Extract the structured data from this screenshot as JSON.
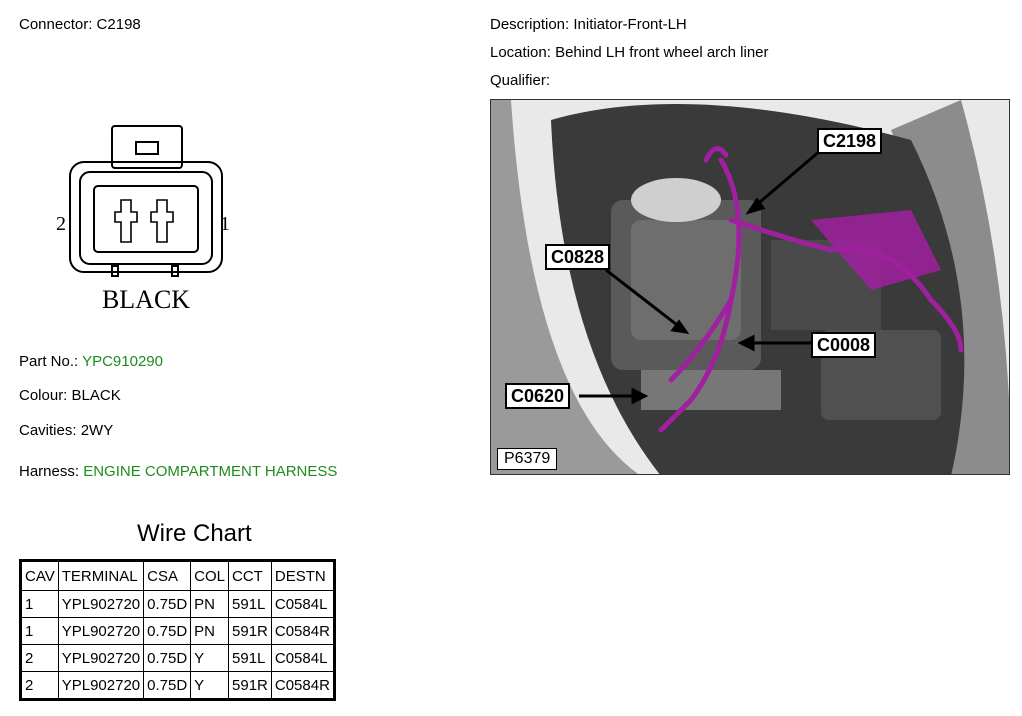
{
  "connector": {
    "label": "Connector:",
    "value": "C2198"
  },
  "description": {
    "label": "Description:",
    "value": "Initiator-Front-LH"
  },
  "location": {
    "label": "Location:",
    "value": "Behind LH front wheel arch liner"
  },
  "qualifier": {
    "label": "Qualifier:",
    "value": ""
  },
  "diagram": {
    "pin_left": "2",
    "pin_right": "1",
    "colour_label": "BLACK"
  },
  "part_no": {
    "label": "Part No.:",
    "value": "YPC910290"
  },
  "colour": {
    "label": "Colour:",
    "value": "BLACK"
  },
  "cavities": {
    "label": "Cavities:",
    "value": "2WY"
  },
  "harness": {
    "label": "Harness:",
    "value": "ENGINE COMPARTMENT HARNESS"
  },
  "photo": {
    "id": "P6379",
    "callouts": [
      "C2198",
      "C0828",
      "C0008",
      "C0620"
    ]
  },
  "wire_chart": {
    "title": "Wire Chart",
    "headers": [
      "CAV",
      "TERMINAL",
      "CSA",
      "COL",
      "CCT",
      "DESTN"
    ],
    "rows": [
      [
        "1",
        "YPL902720",
        "0.75D",
        "PN",
        "591L",
        "C0584L"
      ],
      [
        "1",
        "YPL902720",
        "0.75D",
        "PN",
        "591R",
        "C0584R"
      ],
      [
        "2",
        "YPL902720",
        "0.75D",
        "Y",
        "591L",
        "C0584L"
      ],
      [
        "2",
        "YPL902720",
        "0.75D",
        "Y",
        "591R",
        "C0584R"
      ]
    ]
  },
  "colors": {
    "green": "#1e8c1e",
    "harness_purple": "#a020a0"
  }
}
